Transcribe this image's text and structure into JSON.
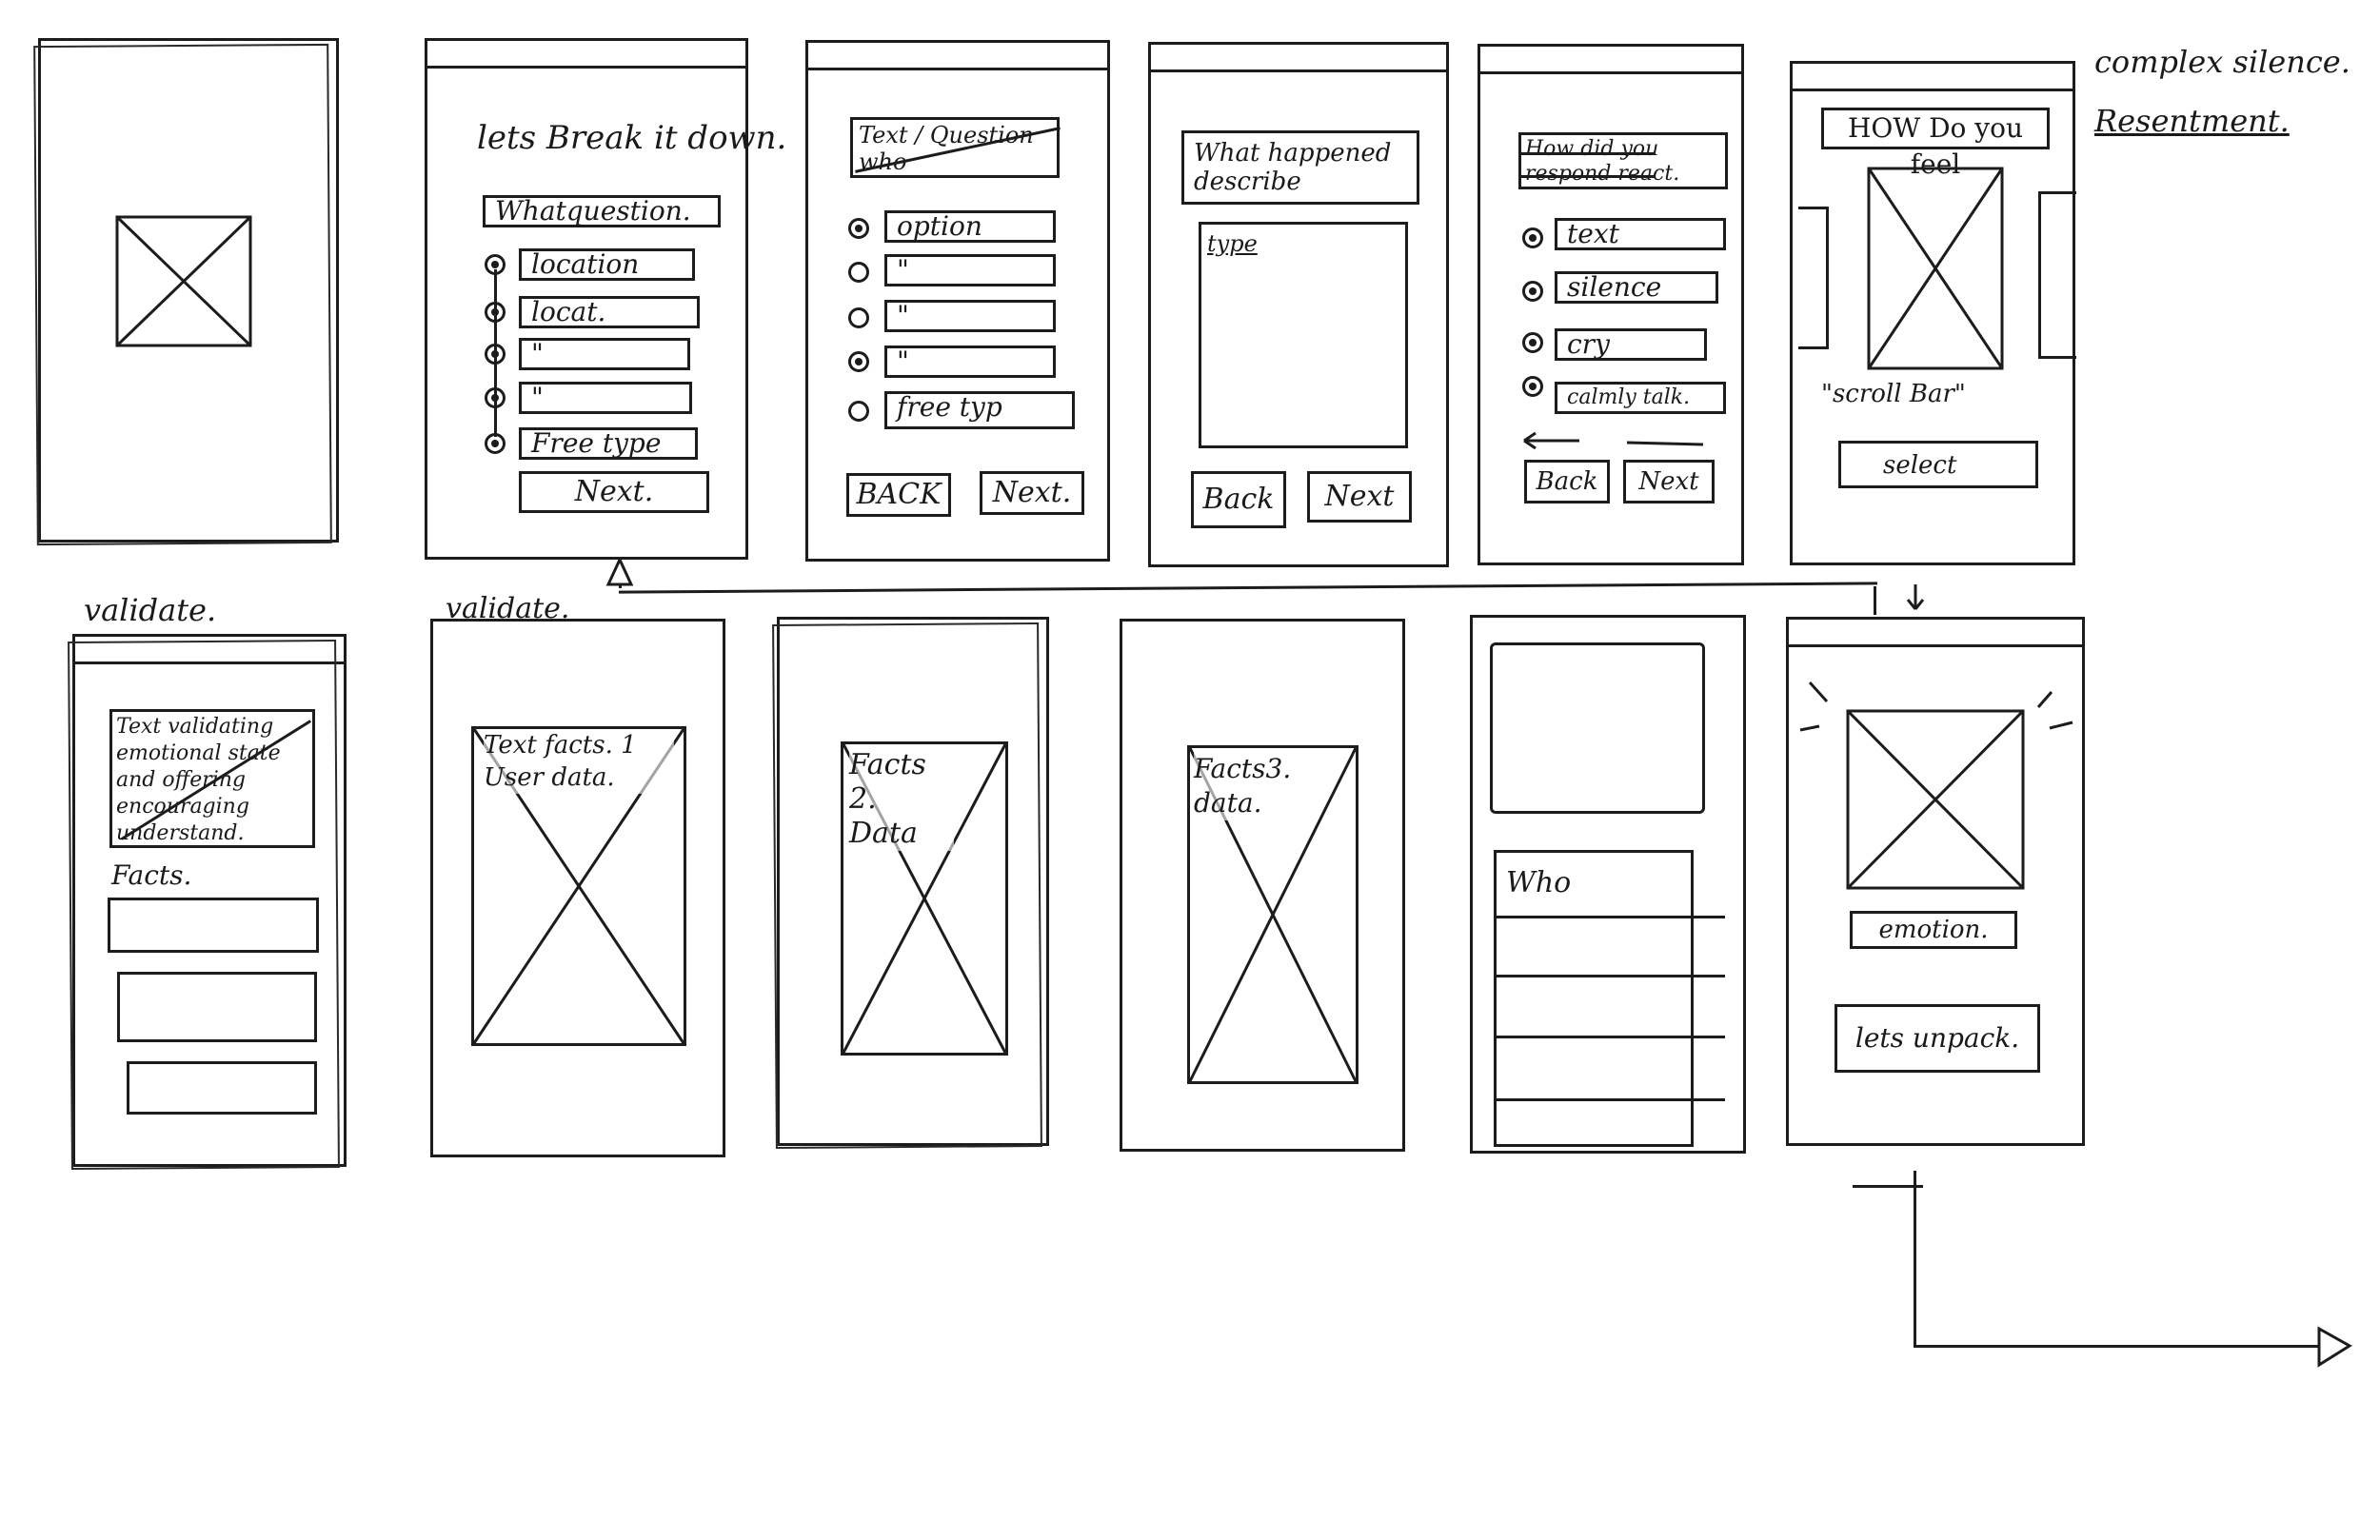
{
  "notes": {
    "top_right_1": "complex silence.",
    "top_right_2": "Resentment.",
    "validate_1": "validate.",
    "validate_2": "validate."
  },
  "screens": {
    "s2": {
      "title": "lets Break it down.",
      "question": "Whatquestion.",
      "options": [
        "location",
        "locat.",
        "\"",
        "\"",
        "Free type"
      ],
      "next": "Next."
    },
    "s3": {
      "header": "Text / Question who",
      "options": [
        "option",
        "\"",
        "\"",
        "\"",
        "free typ"
      ],
      "back": "BACK",
      "next": "Next."
    },
    "s4": {
      "header": "What happened describe",
      "type_label": "type",
      "back": "Back",
      "next": "Next"
    },
    "s5": {
      "header": "How did you respond react.",
      "options": [
        "text",
        "silence",
        "cry",
        "calmly talk."
      ],
      "back": "Back",
      "next": "Next"
    },
    "s6": {
      "header": "HOW Do you feel",
      "scroll_label": "\"scroll Bar\"",
      "select": "select"
    },
    "b1": {
      "text": "Text validating emotional state and offering encouraging understand.",
      "facts_label": "Facts."
    },
    "b2": {
      "label": "Text facts. 1 User data."
    },
    "b3": {
      "label": "Facts 2. Data"
    },
    "b4": {
      "label": "Facts3. data."
    },
    "b5": {
      "who": "Who"
    },
    "b6": {
      "emotion": "emotion.",
      "unpack": "lets unpack."
    }
  }
}
